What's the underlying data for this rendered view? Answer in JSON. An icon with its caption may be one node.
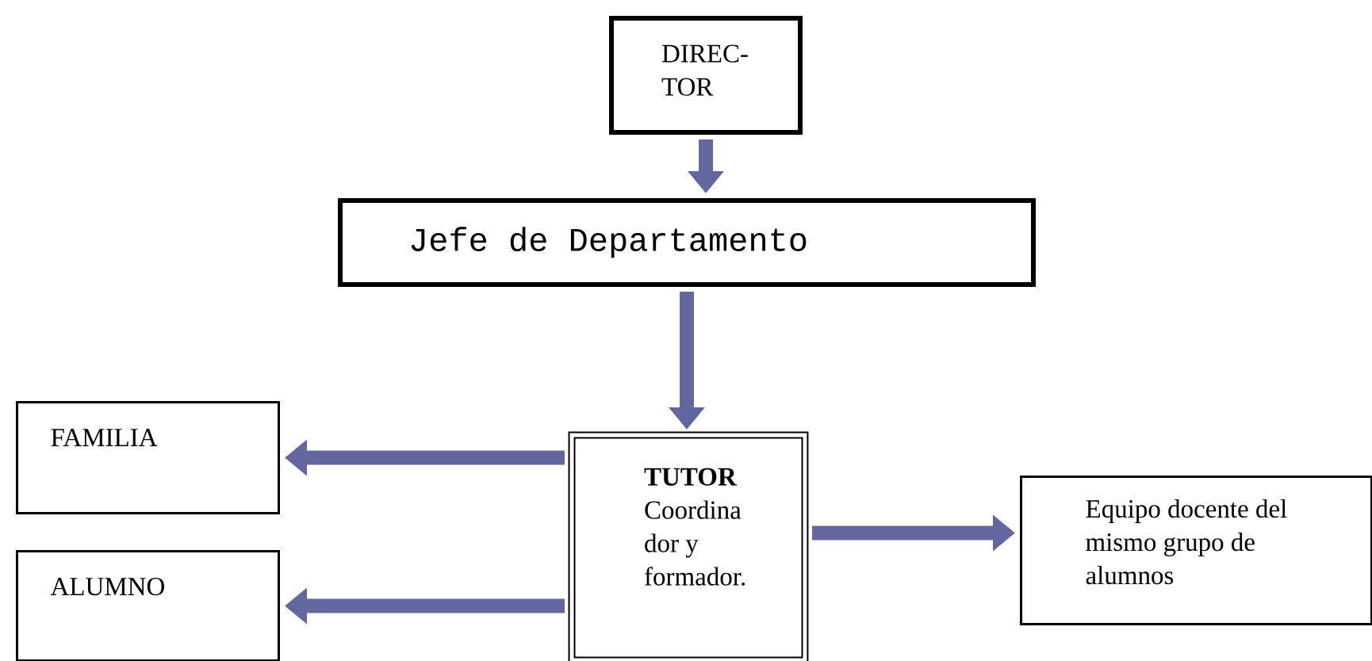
{
  "diagram": {
    "nodes": [
      {
        "text": [
          "DIREC- TOR"
        ]
      },
      {
        "text": [
          "Jefe de Departamento"
        ]
      },
      {
        "text": [
          "FAMILIA"
        ]
      },
      {
        "text": [
          "ALUMNO"
        ]
      },
      {
        "text": [
          "TUTOR",
          "Coordina dor y formador."
        ]
      },
      {
        "text": [
          "Equipo docente del mismo grupo de alumnos"
        ]
      }
    ],
    "edges": [
      {
        "from": 0,
        "to": 1,
        "arrow": "to"
      },
      {
        "from": 1,
        "to": 4,
        "arrow": "to"
      },
      {
        "from": 4,
        "to": 2,
        "arrow": "to"
      },
      {
        "from": 4,
        "to": 3,
        "arrow": "to"
      },
      {
        "from": 4,
        "to": 5,
        "arrow": "to"
      }
    ]
  }
}
